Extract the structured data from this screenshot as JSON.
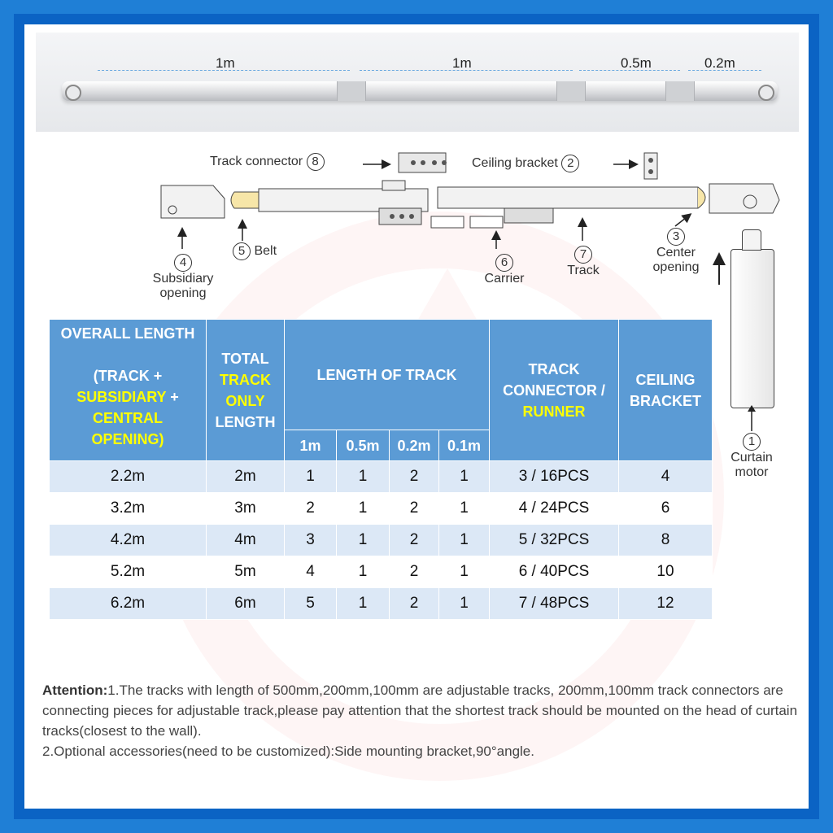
{
  "dimensions": [
    "1m",
    "1m",
    "0.5m",
    "0.2m"
  ],
  "components": {
    "track_connector": {
      "num": "8",
      "label": "Track connector"
    },
    "ceiling_bracket": {
      "num": "2",
      "label": "Ceiling bracket"
    },
    "subsidiary": {
      "num": "4",
      "label": "Subsidiary\nopening"
    },
    "belt": {
      "num": "5",
      "label": "Belt"
    },
    "carrier": {
      "num": "6",
      "label": "Carrier"
    },
    "track": {
      "num": "7",
      "label": "Track"
    },
    "center": {
      "num": "3",
      "label": "Center\nopening"
    },
    "motor": {
      "num": "1",
      "label": "Curtain\nmotor"
    }
  },
  "table": {
    "header_overall_1": "OVERALL LENGTH",
    "header_overall_2": "(TRACK +",
    "header_overall_3": "SUBSIDIARY",
    "header_overall_4": "+",
    "header_overall_5": "CENTRAL",
    "header_overall_6": "OPENING)",
    "header_total_1": "TOTAL",
    "header_total_2": "TRACK",
    "header_total_3": "ONLY",
    "header_total_4": "LENGTH",
    "header_length": "LENGTH OF TRACK",
    "header_connector_1": "TRACK",
    "header_connector_2": "CONNECTOR /",
    "header_connector_3": "RUNNER",
    "header_bracket_1": "CEILING",
    "header_bracket_2": "BRACKET",
    "sub_headers": [
      "1m",
      "0.5m",
      "0.2m",
      "0.1m"
    ],
    "rows": [
      [
        "2.2m",
        "2m",
        "1",
        "1",
        "2",
        "1",
        "3 / 16PCS",
        "4"
      ],
      [
        "3.2m",
        "3m",
        "2",
        "1",
        "2",
        "1",
        "4 / 24PCS",
        "6"
      ],
      [
        "4.2m",
        "4m",
        "3",
        "1",
        "2",
        "1",
        "5 / 32PCS",
        "8"
      ],
      [
        "5.2m",
        "5m",
        "4",
        "1",
        "2",
        "1",
        "6 / 40PCS",
        "10"
      ],
      [
        "6.2m",
        "6m",
        "5",
        "1",
        "2",
        "1",
        "7 / 48PCS",
        "12"
      ]
    ]
  },
  "note": {
    "lead": "Attention:",
    "line1": "1.The tracks with length of 500mm,200mm,100mm are adjustable tracks, 200mm,100mm track connectors are connecting pieces for adjustable track,please pay attention that the shortest track should be mounted on the head of curtain tracks(closest to the wall).",
    "line2": "2.Optional accessories(need to be customized):Side mounting bracket,90°angle."
  },
  "colors": {
    "border": "#0b63c4",
    "header": "#5b9bd5",
    "highlight": "#ffff00",
    "row_alt": "#dce8f6"
  }
}
